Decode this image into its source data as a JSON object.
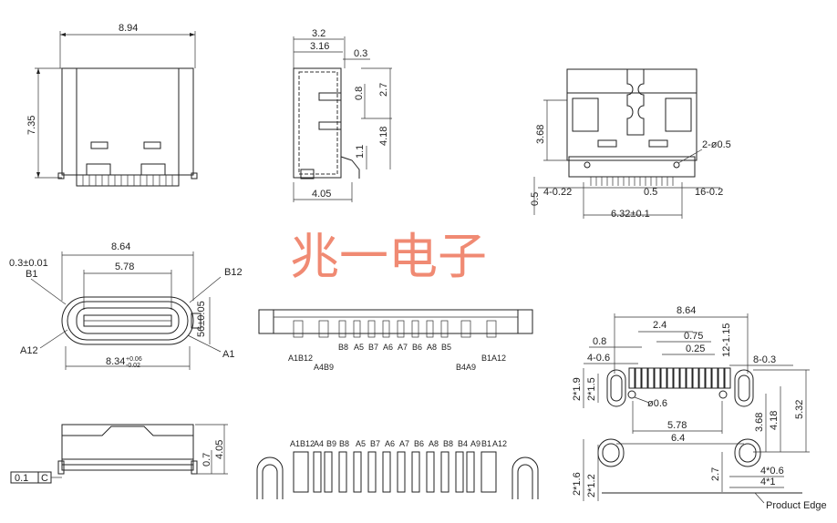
{
  "watermark": "兆一电子",
  "colors": {
    "watermark": "#f08a73",
    "line": "#222222"
  },
  "top_front_view": {
    "width": "8.94",
    "height": "7.35"
  },
  "side_view": {
    "d1": "3.2",
    "d2": "3.16",
    "d3": "0.3",
    "d4": "0.8",
    "d5": "2.7",
    "d6": "4.18",
    "d7": "1.1",
    "d8": "4.05"
  },
  "top_right_view": {
    "d1": "3.68",
    "d2": "2-ø0.5",
    "d3": "0.5",
    "d4": "4-0.22",
    "d5": "0.5",
    "d6": "16-0.2",
    "d7": "6.32±0.1"
  },
  "receptacle_view": {
    "w1": "8.64",
    "w2": "5.78",
    "w3": "0.3±0.01",
    "b1": "B1",
    "b12": "B12",
    "a12": "A12",
    "a1": "A1",
    "w4": "8.34",
    "tol_up": "+0.06",
    "tol_dn": "-0.02",
    "h": "56±0.05"
  },
  "pin_strip": {
    "labels_lower": [
      "A1B12",
      "A4B9",
      "B8",
      "A5",
      "B7",
      "A6",
      "A7",
      "B6",
      "A8",
      "B5",
      "B4A9",
      "B1A12"
    ]
  },
  "pcb_layout": {
    "w1": "8.64",
    "w2": "2.4",
    "w3": "0.8",
    "w4": "0.75",
    "w5": "4-0.6",
    "w6": "0.25",
    "w7": "12-1.15",
    "w8": "8-0.3",
    "h1": "2*1.9",
    "h2": "2*1.5",
    "hole": "ø0.6",
    "w9": "5.78",
    "w10": "6.4",
    "h3": "3.68",
    "h4": "4.18",
    "h5": "5.32",
    "h6": "2*1.6",
    "h7": "2*1.2",
    "h8": "2.7",
    "w11": "4*0.6",
    "w12": "4*1",
    "edge": "Product Edge"
  },
  "bottom_front_view": {
    "h1": "0.7",
    "h2": "4.05",
    "flatness": "0.1",
    "datum": "C"
  },
  "pad_row": {
    "labels": [
      "A1B12",
      "A4",
      "B9",
      "B8",
      "A5",
      "B7",
      "A6",
      "A7",
      "B6",
      "A8",
      "B8",
      "B4",
      "A9",
      "B1",
      "A12"
    ]
  }
}
